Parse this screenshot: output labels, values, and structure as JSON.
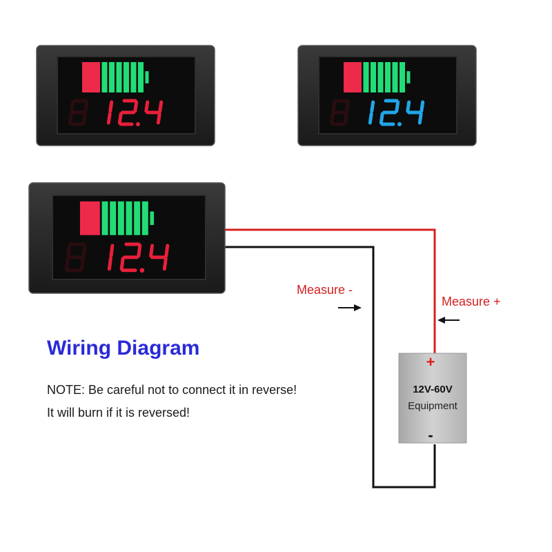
{
  "title": "Wiring Diagram",
  "note": {
    "line1": "NOTE: Be careful not to connect it in reverse!",
    "line2": "It will burn if it is reversed!"
  },
  "labels": {
    "measure_minus": "Measure -",
    "measure_plus": "Measure +"
  },
  "equipment": {
    "plus": "+",
    "minus": "-",
    "voltage": "12V-60V",
    "name": "Equipment"
  },
  "meters": [
    {
      "reading": "12.4",
      "digit_color": "#e8203a",
      "level_red_bars": 1,
      "level_green_bars": 6
    },
    {
      "reading": "12.4",
      "digit_color": "#22a6e8",
      "level_red_bars": 1,
      "level_green_bars": 6
    },
    {
      "reading": "12.4",
      "digit_color": "#e8203a",
      "level_red_bars": 1,
      "level_green_bars": 6
    }
  ],
  "colors": {
    "positive_wire": "#d62020",
    "negative_wire": "#111111",
    "battery_red": "#ee2a4a",
    "battery_green": "#22dd77",
    "title_blue": "#2a2ad8"
  }
}
